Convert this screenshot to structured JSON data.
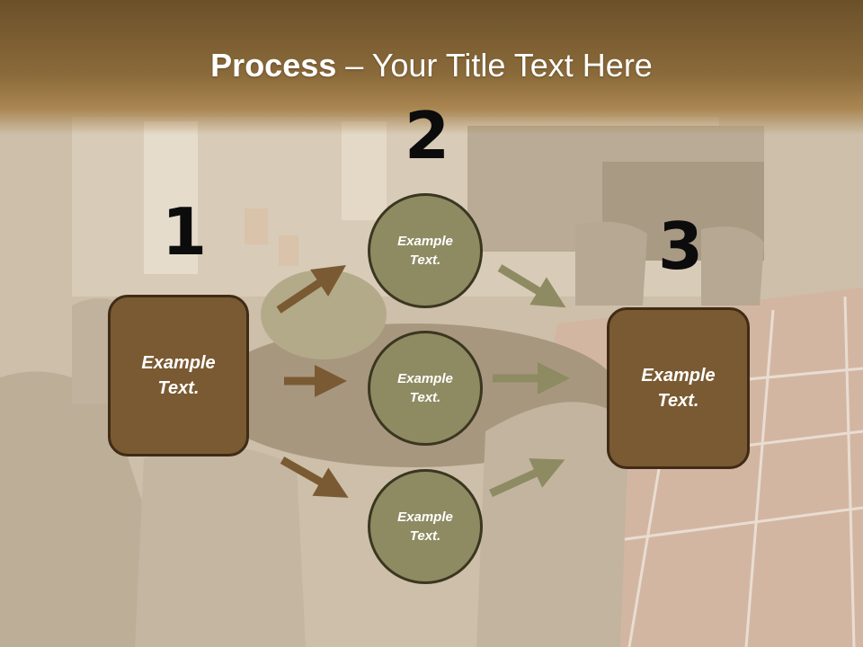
{
  "title": {
    "bold": "Process",
    "rest": " – Your Title Text Here"
  },
  "steps": [
    "1",
    "2",
    "3"
  ],
  "left_box": {
    "label_line1": "Example",
    "label_line2": "Text."
  },
  "circles": [
    {
      "label_line1": "Example",
      "label_line2": "Text."
    },
    {
      "label_line1": "Example",
      "label_line2": "Text."
    },
    {
      "label_line1": "Example",
      "label_line2": "Text."
    }
  ],
  "right_box": {
    "label_line1": "Example",
    "label_line2": "Text."
  },
  "colors": {
    "box_fill": "#7a5a32",
    "circle_fill": "#8e8b63",
    "left_arrow": "#7a5a32",
    "right_arrow": "#8e8b63",
    "title_band": "#7b5e33"
  }
}
